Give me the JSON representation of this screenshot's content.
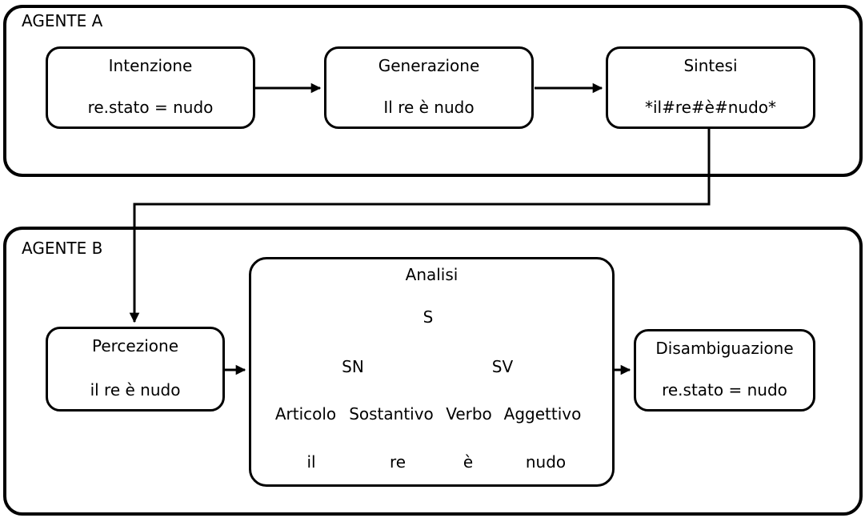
{
  "colors": {
    "ink": "#000000",
    "paper": "#ffffff"
  },
  "agent_a": {
    "label": "AGENTE A",
    "boxes": [
      {
        "title": "Intenzione",
        "value": "re.stato = nudo"
      },
      {
        "title": "Generazione",
        "value": "Il re è nudo"
      },
      {
        "title": "Sintesi",
        "value": "*il#re#è#nudo*"
      }
    ]
  },
  "agent_b": {
    "label": "AGENTE B",
    "percezione": {
      "title": "Percezione",
      "value": "il re è nudo"
    },
    "analisi": {
      "title": "Analisi"
    },
    "disambiguazione": {
      "title": "Disambiguazione",
      "value": "re.stato = nudo"
    },
    "tree": {
      "root": "S",
      "phrases": [
        "SN",
        "SV"
      ],
      "categories": [
        "Articolo",
        "Sostantivo",
        "Verbo",
        "Aggettivo"
      ],
      "terminals": [
        "il",
        "re",
        "è",
        "nudo"
      ]
    }
  }
}
